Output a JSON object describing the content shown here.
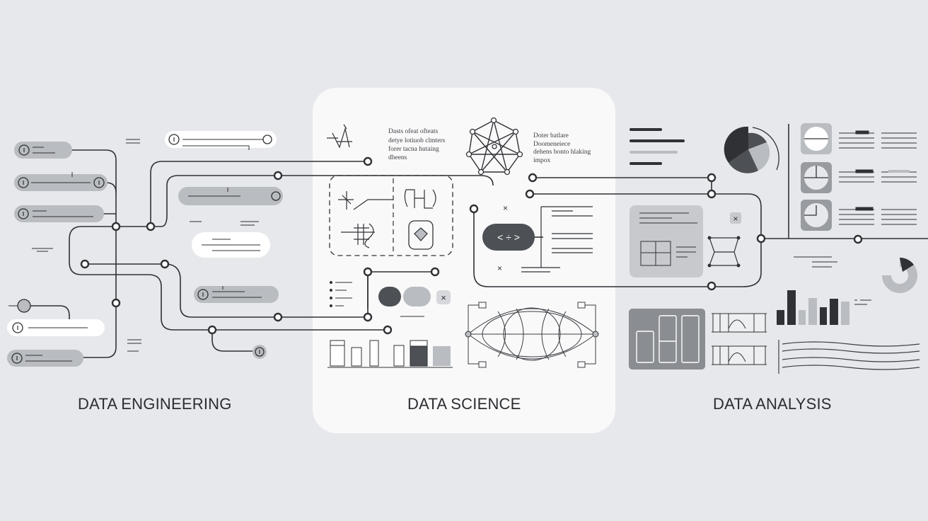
{
  "sections": {
    "engineering": "DATA ENGINEERING",
    "science": "DATA SCIENCE",
    "analysis": "DATA ANALYSIS"
  },
  "science_note": [
    "Dasts ofeat ofteats",
    "detye lotiuob clmters",
    "forer tacna hutaing",
    "dheens"
  ],
  "analysis_note": [
    "Doter batlare",
    "Doomeneiece",
    "dehens bonto hlaking",
    "impox"
  ],
  "code_button": "< ÷ >",
  "close_glyph": "×",
  "colors": {
    "background": "#e6e8eb",
    "panel": "#f9f9fa",
    "line": "#2f3134",
    "pill": "#b9bcc0",
    "dark": "#4d5055"
  },
  "icons": [
    "info-icon",
    "close-icon",
    "node-icon",
    "network-graph-icon",
    "pie-chart-icon",
    "bar-chart-icon",
    "gauge-icon",
    "code-icon",
    "ellipse-diagram-icon"
  ]
}
